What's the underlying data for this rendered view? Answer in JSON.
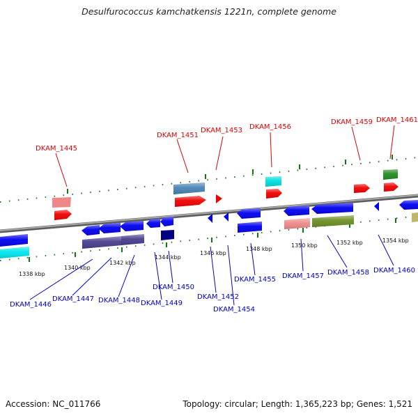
{
  "title": "Desulfurococcus kamchatkensis 1221n, complete genome",
  "footer": {
    "accession": "Accession: NC_011766",
    "topology": "Topology: circular; Length: 1,365,223 bp; Genes: 1,521"
  },
  "colors": {
    "top_label": "#dd0000",
    "bottom_label": "#0000cc",
    "backbone": "#8a8a8a",
    "tick_mark": "#117711"
  },
  "ticks": [
    "1338 kbp",
    "1340 kbp",
    "1342 kbp",
    "1344 kbp",
    "1346 kbp",
    "1348 kbp",
    "1350 kbp",
    "1352 kbp",
    "1354 kbp"
  ],
  "top_labels": [
    "DKAM_1445",
    "DKAM_1451",
    "DKAM_1453",
    "DKAM_1456",
    "DKAM_1459",
    "DKAM_1461"
  ],
  "bottom_labels": [
    "DKAM_1446",
    "DKAM_1447",
    "DKAM_1448",
    "DKAM_1449",
    "DKAM_1450",
    "DKAM_1452",
    "DKAM_1454",
    "DKAM_1455",
    "DKAM_1457",
    "DKAM_1458",
    "DKAM_1460"
  ]
}
